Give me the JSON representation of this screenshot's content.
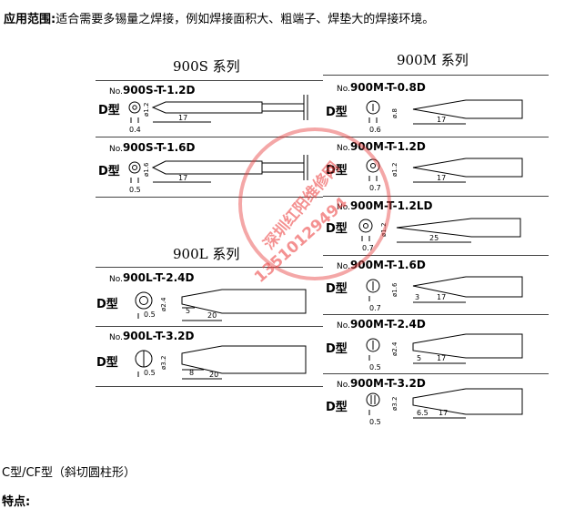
{
  "intro": {
    "label": "应用范围:",
    "text": "适合需要多锡量之焊接，例如焊接面积大、粗端子、焊垫大的焊接环境。"
  },
  "sections": {
    "s900S": "900S 系列",
    "s900M": "900M 系列",
    "s900L": "900L 系列"
  },
  "tips": [
    {
      "no": "No.",
      "model": "900S-T-1.2D",
      "type": "D型",
      "dia": "ø1.2",
      "face": "0.4",
      "len": "17"
    },
    {
      "no": "No.",
      "model": "900S-T-1.6D",
      "type": "D型",
      "dia": "ø1.6",
      "face": "0.5",
      "len": "17"
    },
    {
      "no": "No.",
      "model": "900L-T-2.4D",
      "type": "D型",
      "dia": "ø2.4",
      "face": "0.5",
      "len1": "5",
      "len2": "20"
    },
    {
      "no": "No.",
      "model": "900L-T-3.2D",
      "type": "D型",
      "dia": "ø3.2",
      "face": "0.5",
      "len1": "8",
      "len2": "20"
    },
    {
      "no": "No.",
      "model": "900M-T-0.8D",
      "type": "D型",
      "dia": "ø.8",
      "face": "0.6",
      "len": "17"
    },
    {
      "no": "No.",
      "model": "900M-T-1.2D",
      "type": "D型",
      "dia": "ø1.2",
      "face": "0.7",
      "len": "17"
    },
    {
      "no": "No.",
      "model": "900M-T-1.2LD",
      "type": "D型",
      "dia": "ø1.2",
      "face": "0.7",
      "len": "25"
    },
    {
      "no": "No.",
      "model": "900M-T-1.6D",
      "type": "D型",
      "dia": "ø1.6",
      "face": "0.7",
      "len1": "3",
      "len2": "17"
    },
    {
      "no": "No.",
      "model": "900M-T-2.4D",
      "type": "D型",
      "dia": "ø2.4",
      "face": "0.5",
      "len1": "5",
      "len2": "17"
    },
    {
      "no": "No.",
      "model": "900M-T-3.2D",
      "type": "D型",
      "dia": "ø3.2",
      "face": "0.5",
      "len1": "6.5",
      "len2": "17"
    }
  ],
  "watermark": {
    "line1": "深圳红阳维修网",
    "line2": "13510129494"
  },
  "footer": {
    "line1": "C型/CF型（斜切圆柱形）",
    "line2": "特点:"
  }
}
